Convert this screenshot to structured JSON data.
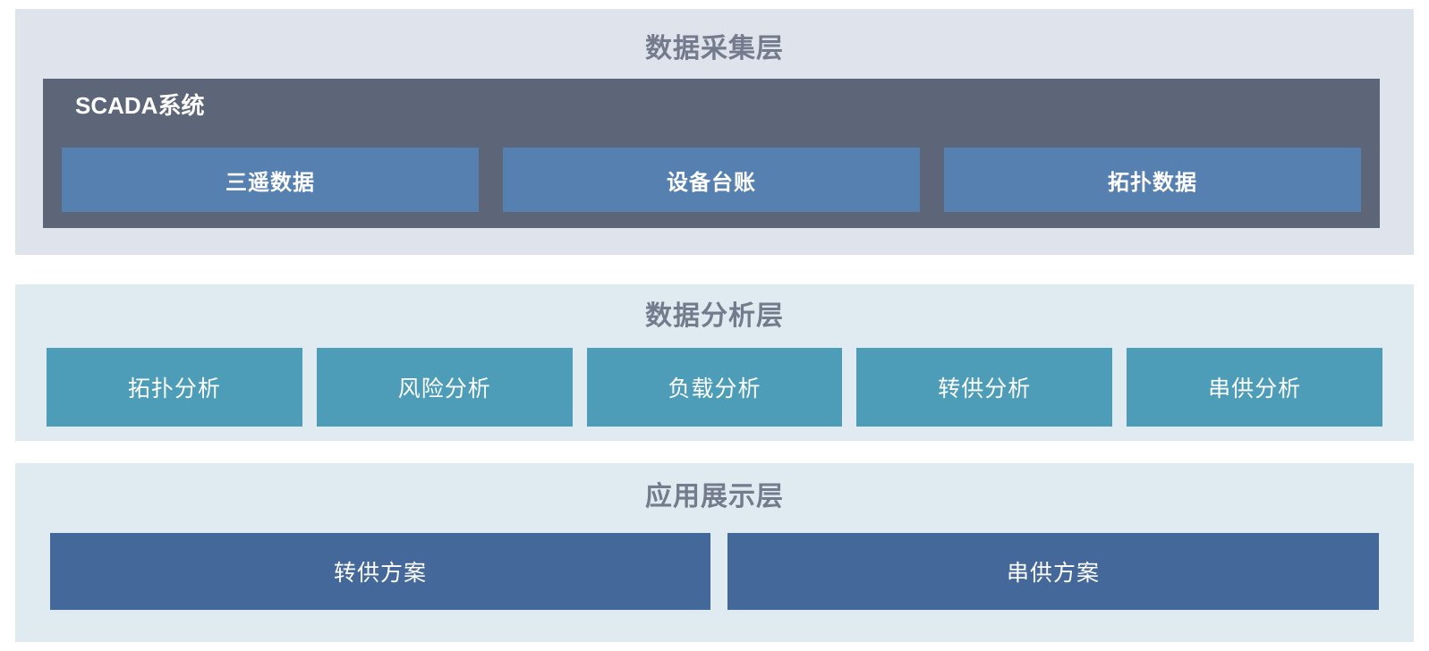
{
  "diagram": {
    "type": "layered-architecture",
    "background": "#ffffff",
    "layers": [
      {
        "id": "acquisition",
        "title": "数据采集层",
        "background": "#dfe3ec",
        "title_color": "#737b8c",
        "group": {
          "label": "SCADA系统",
          "background": "#5d6678",
          "label_color": "#ffffff",
          "items": [
            {
              "label": "三遥数据",
              "color": "#5580b0"
            },
            {
              "label": "设备台账",
              "color": "#5580b0"
            },
            {
              "label": "拓扑数据",
              "color": "#5580b0"
            }
          ]
        }
      },
      {
        "id": "analysis",
        "title": "数据分析层",
        "background": "#dfeaf1",
        "title_color": "#737b8c",
        "items": [
          {
            "label": "拓扑分析",
            "color": "#4d9cb8"
          },
          {
            "label": "风险分析",
            "color": "#4d9cb8"
          },
          {
            "label": "负载分析",
            "color": "#4d9cb8"
          },
          {
            "label": "转供分析",
            "color": "#4d9cb8"
          },
          {
            "label": "串供分析",
            "color": "#4d9cb8"
          }
        ]
      },
      {
        "id": "application",
        "title": "应用展示层",
        "background": "#dfeaf1",
        "title_color": "#737b8c",
        "items": [
          {
            "label": "转供方案",
            "color": "#44689a"
          },
          {
            "label": "串供方案",
            "color": "#44689a"
          }
        ]
      }
    ]
  }
}
